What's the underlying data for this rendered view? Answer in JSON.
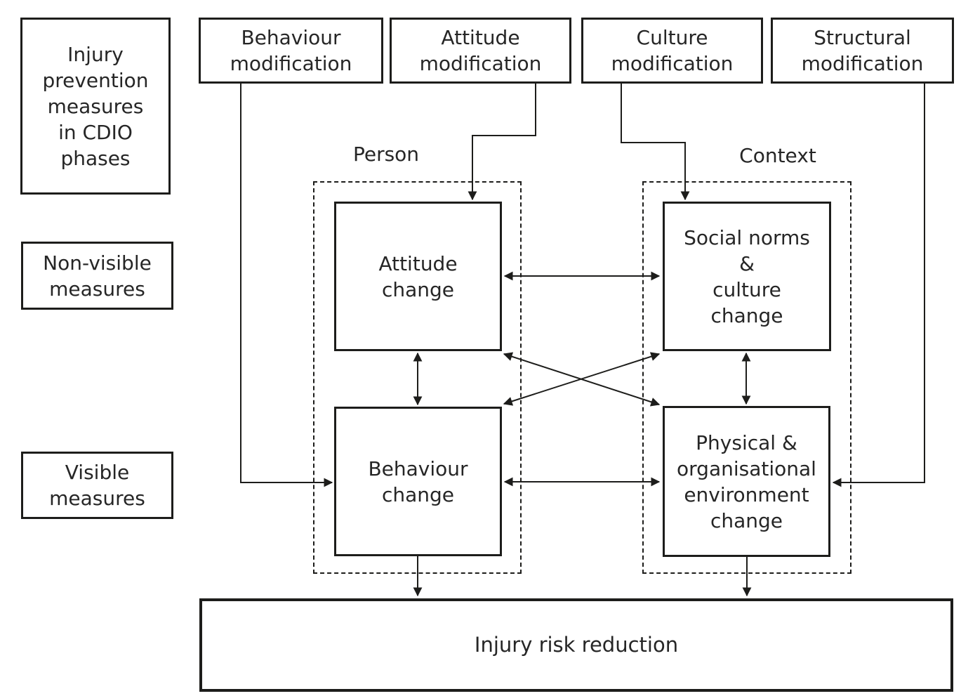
{
  "colors": {
    "line": "#1d1d1b",
    "text": "#262626",
    "background": "#ffffff"
  },
  "left_column": {
    "cdio_phases": "Injury\nprevention\nmeasures\nin CDIO\nphases",
    "non_visible": "Non-visible\nmeasures",
    "visible": "Visible\nmeasures"
  },
  "top_row": {
    "behaviour_modification": "Behaviour\nmodification",
    "attitude_modification": "Attitude\nmodification",
    "culture_modification": "Culture\nmodification",
    "structural_modification": "Structural\nmodification"
  },
  "sections": {
    "person": "Person",
    "context": "Context"
  },
  "person_boxes": {
    "attitude_change": "Attitude\nchange",
    "behaviour_change": "Behaviour\nchange"
  },
  "context_boxes": {
    "social_norms_culture_change": "Social norms\n&\nculture\nchange",
    "physical_org_environment_change": "Physical &\norganisational\nenvironment\nchange"
  },
  "outcome": {
    "injury_risk_reduction": "Injury risk reduction"
  }
}
